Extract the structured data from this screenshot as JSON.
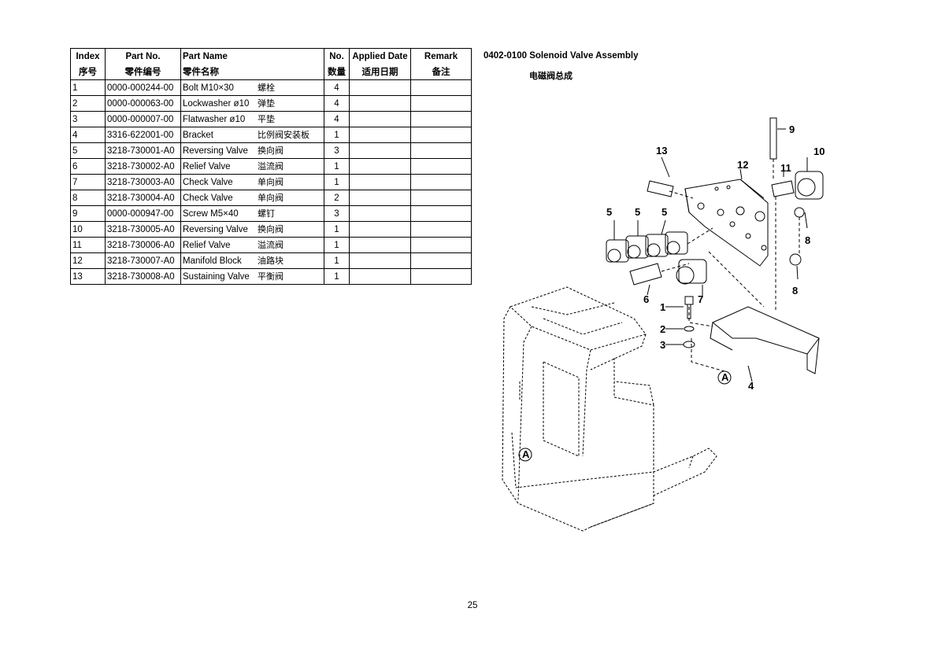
{
  "table": {
    "headers_en": [
      "Index",
      "Part No.",
      "Part Name",
      "No.",
      "Applied Date",
      "Remark"
    ],
    "headers_zh": [
      "序号",
      "零件编号",
      "零件名称",
      "数量",
      "适用日期",
      "备注"
    ],
    "rows": [
      {
        "index": "1",
        "part_no": "0000-000244-00",
        "name_en": "Bolt M10×30",
        "name_zh": "螺栓",
        "qty": "4"
      },
      {
        "index": "2",
        "part_no": "0000-000063-00",
        "name_en": "Lockwasher ø10",
        "name_zh": "弹垫",
        "qty": "4"
      },
      {
        "index": "3",
        "part_no": "0000-000007-00",
        "name_en": "Flatwasher ø10",
        "name_zh": "平垫",
        "qty": "4"
      },
      {
        "index": "4",
        "part_no": "3316-622001-00",
        "name_en": "Bracket",
        "name_zh": "比例阀安装板",
        "qty": "1"
      },
      {
        "index": "5",
        "part_no": "3218-730001-A0",
        "name_en": "Reversing Valve",
        "name_zh": "换向阀",
        "qty": "3"
      },
      {
        "index": "6",
        "part_no": "3218-730002-A0",
        "name_en": "Relief Valve",
        "name_zh": "溢流阀",
        "qty": "1"
      },
      {
        "index": "7",
        "part_no": "3218-730003-A0",
        "name_en": "Check Valve",
        "name_zh": "单向阀",
        "qty": "1"
      },
      {
        "index": "8",
        "part_no": "3218-730004-A0",
        "name_en": "Check Valve",
        "name_zh": "单向阀",
        "qty": "2"
      },
      {
        "index": "9",
        "part_no": "0000-000947-00",
        "name_en": "Screw M5×40",
        "name_zh": "螺钉",
        "qty": "3"
      },
      {
        "index": "10",
        "part_no": "3218-730005-A0",
        "name_en": "Reversing Valve",
        "name_zh": "换向阀",
        "qty": "1"
      },
      {
        "index": "11",
        "part_no": "3218-730006-A0",
        "name_en": "Relief Valve",
        "name_zh": "溢流阀",
        "qty": "1"
      },
      {
        "index": "12",
        "part_no": "3218-730007-A0",
        "name_en": "Manifold Block",
        "name_zh": "油路块",
        "qty": "1"
      },
      {
        "index": "13",
        "part_no": "3218-730008-A0",
        "name_en": "Sustaining Valve",
        "name_zh": "平衡阀",
        "qty": "1"
      }
    ]
  },
  "drawing": {
    "title": "0402-0100 Solenoid Valve Assembly",
    "subtitle": "电磁阀总成",
    "callouts": [
      "13",
      "12",
      "11",
      "10",
      "9",
      "8",
      "8",
      "7",
      "6",
      "5",
      "5",
      "5",
      "4",
      "3",
      "2",
      "1",
      "A",
      "A"
    ]
  },
  "page_number": "25"
}
